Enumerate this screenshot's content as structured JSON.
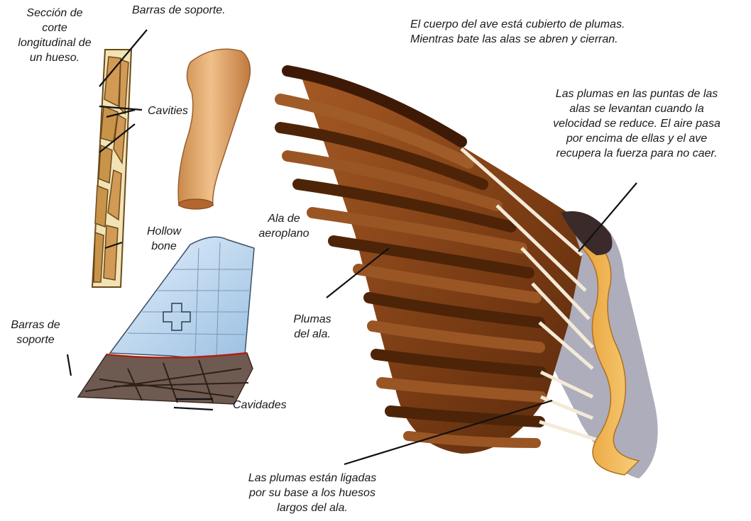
{
  "labels": {
    "section_of_bone": [
      "Sección de",
      "corte",
      "longitudinal de",
      "un hueso."
    ],
    "support_bars_top": [
      "Barras de soporte."
    ],
    "cavities": [
      "Cavities"
    ],
    "hollow_bone": [
      "Hollow",
      "bone"
    ],
    "airplane_wing": [
      "Ala de",
      "aeroplano"
    ],
    "support_bars_left": [
      "Barras de",
      "soporte"
    ],
    "cavidades": [
      "Cavidades"
    ],
    "body_covered": [
      "El cuerpo del ave está cubierto de plumas.",
      "Mientras bate las alas se abren y cierran."
    ],
    "wingtip_feathers": [
      "Las plumas en las puntas de las",
      "alas se levantan cuando la",
      "velocidad se reduce. El aire pasa",
      "por encima de ellas y el ave",
      "recupera la fuerza para no caer."
    ],
    "wing_feathers": [
      "Plumas",
      "del ala."
    ],
    "feathers_attached": [
      "Las plumas están ligadas",
      "por su base a los huesos",
      "largos del ala."
    ]
  },
  "colors": {
    "feather": "#8a4a1c",
    "feather_dark": "#4a2208",
    "bone": "#e8c07a",
    "bone_cavity": "#c9944a",
    "airplane_skin": "#bcd6ee",
    "airplane_frame": "#4a3a32",
    "leader_line": "#111111"
  }
}
